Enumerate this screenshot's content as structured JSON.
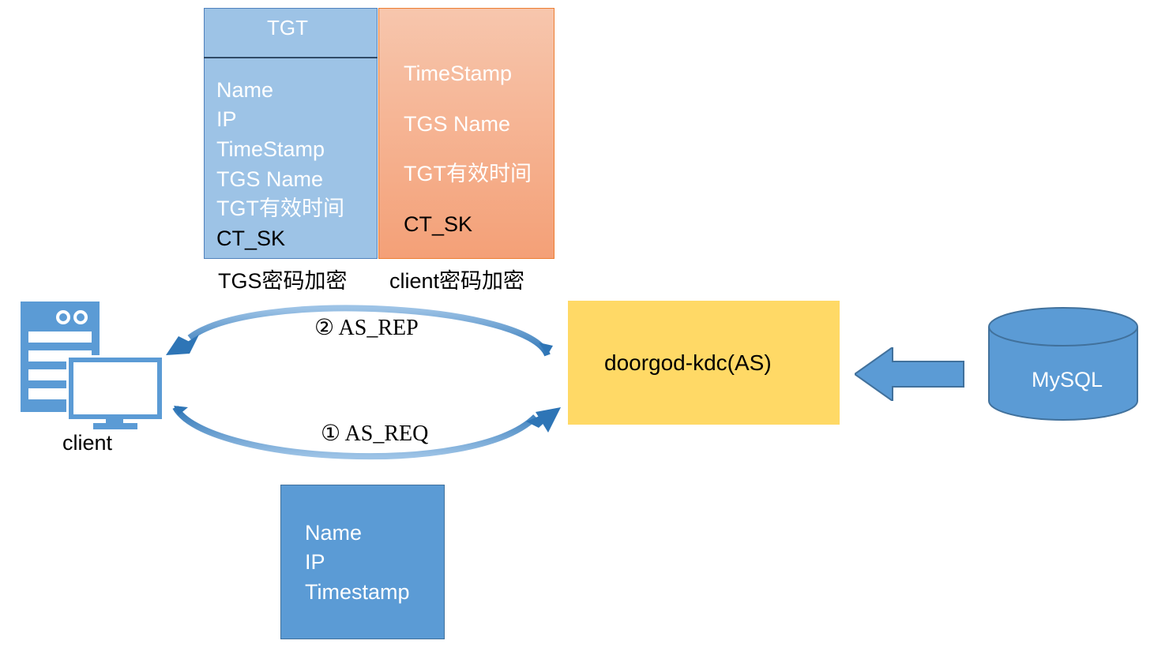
{
  "tgt": {
    "title": "TGT",
    "fields": [
      "Name",
      "IP",
      "TimeStamp",
      "TGS Name",
      "TGT有效时间",
      "CT_SK"
    ],
    "caption": "TGS密码加密"
  },
  "client_secret": {
    "fields": [
      "TimeStamp",
      "TGS Name",
      "TGT有效时间",
      "CT_SK"
    ],
    "caption": "client密码加密"
  },
  "client": {
    "label": "client"
  },
  "kdc": {
    "label": "doorgod-kdc(AS)"
  },
  "database": {
    "label": "MySQL"
  },
  "arrows": {
    "reply": "② AS_REP",
    "request": "① AS_REQ"
  },
  "request_payload": {
    "fields": [
      "Name",
      "IP",
      "Timestamp"
    ]
  },
  "colors": {
    "tgt_fill": "#9dc3e6",
    "client_secret_fill": "#f4a077",
    "kdc_fill": "#ffd966",
    "blue": "#5b9bd5",
    "arc_blue": "#2e75b6"
  }
}
